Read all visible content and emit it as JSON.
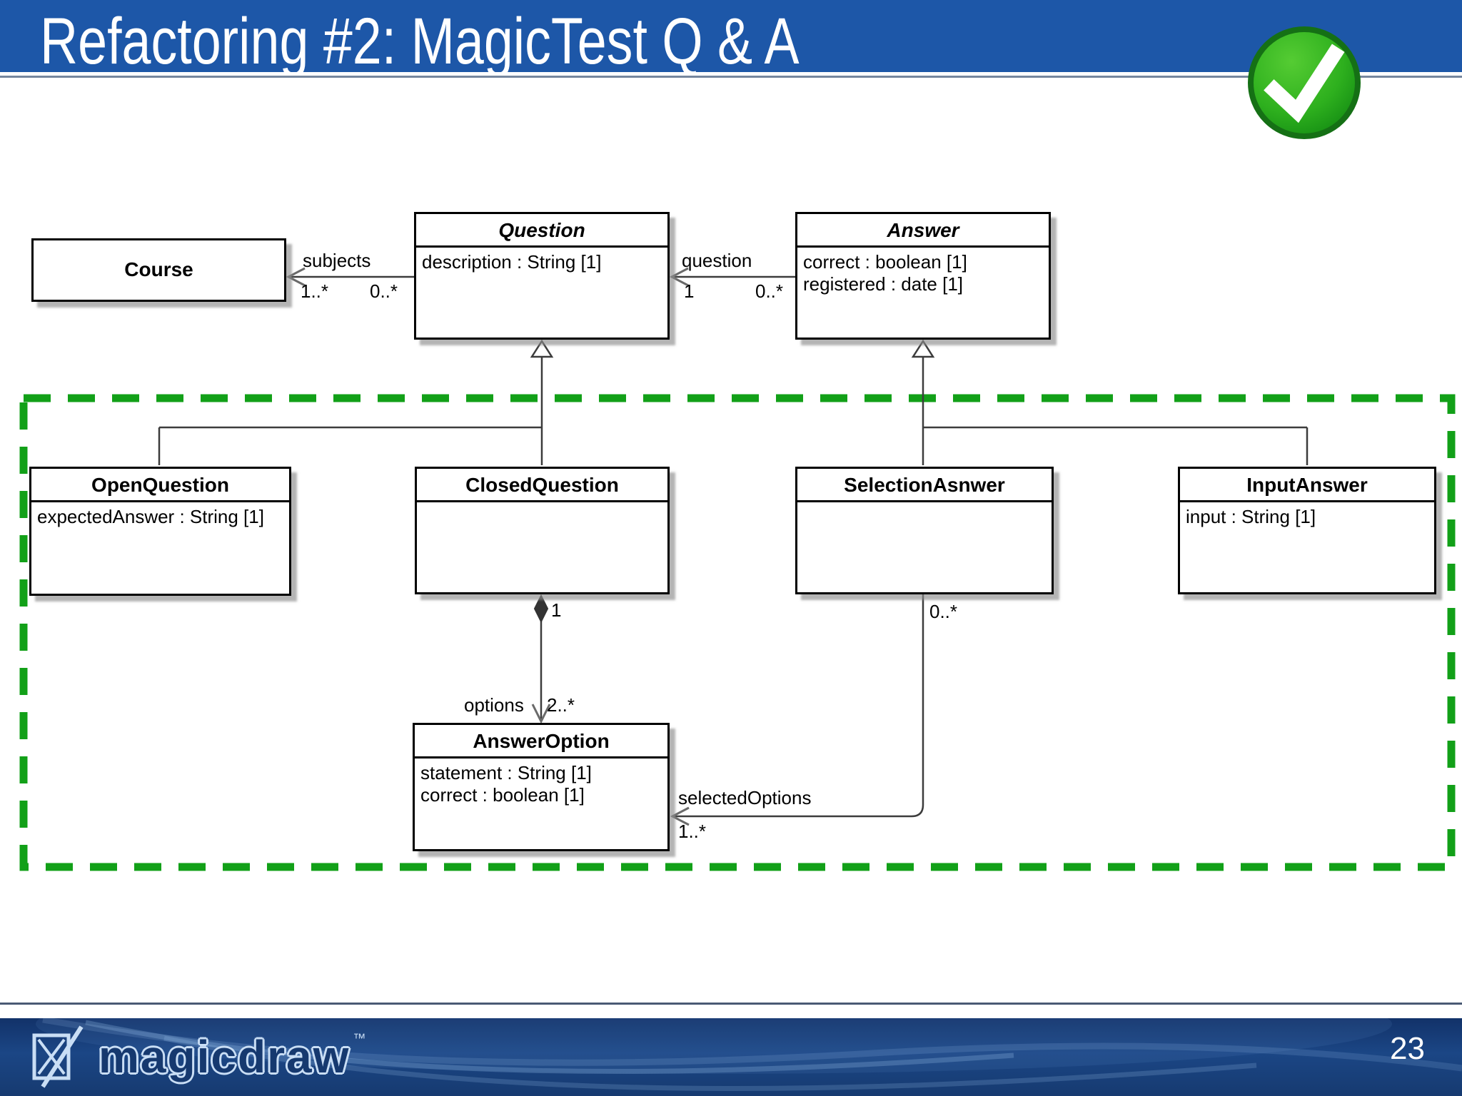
{
  "slide": {
    "title": "Refactoring #2: MagicTest Q & A",
    "page_number": "23"
  },
  "footer": {
    "logo_text": "magicdraw",
    "logo_tm": "™"
  },
  "icons": {
    "checkmark": "green-check-circle",
    "logo_mark": "magicdraw-drawing-board"
  },
  "colors": {
    "header_blue": "#1d57a8",
    "dash_green": "#12a018",
    "check_green": "#2eb01e",
    "footer_navy": "#16396f"
  },
  "diagram": {
    "classes": {
      "course": {
        "name": "Course",
        "attrs": []
      },
      "question": {
        "name": "Question",
        "abstract": true,
        "attrs": [
          "description : String [1]"
        ]
      },
      "answer": {
        "name": "Answer",
        "abstract": true,
        "attrs": [
          "correct : boolean [1]",
          "registered : date [1]"
        ]
      },
      "open_question": {
        "name": "OpenQuestion",
        "attrs": [
          "expectedAnswer : String [1]"
        ]
      },
      "closed_question": {
        "name": "ClosedQuestion",
        "attrs": []
      },
      "selection_answer": {
        "name": "SelectionAsnwer",
        "attrs": []
      },
      "input_answer": {
        "name": "InputAnswer",
        "attrs": [
          "input : String [1]"
        ]
      },
      "answer_option": {
        "name": "AnswerOption",
        "attrs": [
          "statement : String [1]",
          "correct : boolean [1]"
        ]
      }
    },
    "associations": {
      "subjects": {
        "label": "subjects",
        "course_mult": "1..*",
        "question_mult": "0..*"
      },
      "question": {
        "label": "question",
        "question_mult": "1",
        "answer_mult": "0..*"
      },
      "options": {
        "label": "options",
        "whole_mult": "1",
        "part_mult": "2..*"
      },
      "selected_options": {
        "label": "selectedOptions",
        "selection_mult": "0..*",
        "option_mult": "1..*"
      }
    }
  }
}
